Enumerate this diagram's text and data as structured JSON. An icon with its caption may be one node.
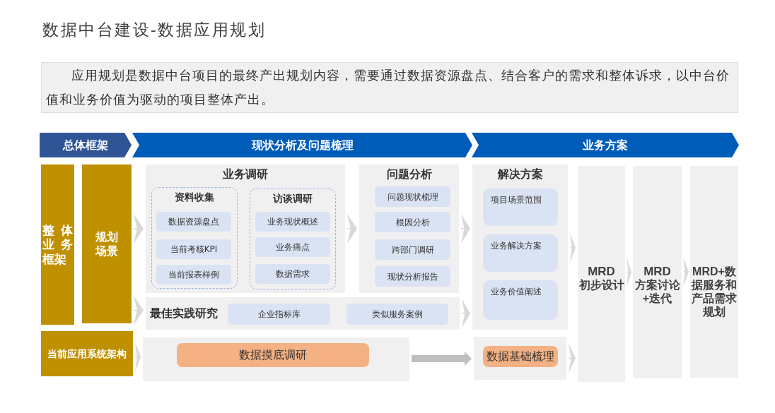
{
  "diagram": {
    "title": "数据中台建设-数据应用规划",
    "nodes": [
      {
        "text": [
          "应用规划是数据中台项目的最终产出规划内容，需要通过数据资源盘点、结合客户的需求和整体诉求，以中台价值和业务价值为驱动的项目整体产出。"
        ]
      },
      {
        "text": [
          "总体框架"
        ]
      },
      {
        "text": [
          "现状分析及问题梳理"
        ]
      },
      {
        "text": [
          "业务方案"
        ]
      },
      {
        "text": [
          "整体业务框架"
        ]
      },
      {
        "text": [
          "规划场景"
        ]
      },
      {
        "text": [
          "业务调研"
        ]
      },
      {
        "text": [
          "资料收集"
        ],
        "in": 6
      },
      {
        "text": [
          "数据资源盘点"
        ],
        "in": 7
      },
      {
        "text": [
          "当前考核KPI"
        ],
        "in": 7
      },
      {
        "text": [
          "当前报表样例"
        ],
        "in": 7
      },
      {
        "text": [
          "访谈调研"
        ],
        "in": 6
      },
      {
        "text": [
          "业务现状概述"
        ],
        "in": 11
      },
      {
        "text": [
          "业务痛点"
        ],
        "in": 11
      },
      {
        "text": [
          "数据需求"
        ],
        "in": 11
      },
      {
        "text": [
          "问题分析"
        ]
      },
      {
        "text": [
          "问题现状梳理"
        ],
        "in": 15
      },
      {
        "text": [
          "根因分析"
        ],
        "in": 15
      },
      {
        "text": [
          "跨部门调研"
        ],
        "in": 15
      },
      {
        "text": [
          "现状分析报告"
        ],
        "in": 15
      },
      {
        "text": [
          "解决方案"
        ]
      },
      {
        "text": [
          "项目场景范围"
        ],
        "in": 20
      },
      {
        "text": [
          "业务解决方案"
        ],
        "in": 20
      },
      {
        "text": [
          "业务价值阐述"
        ],
        "in": 20
      },
      {
        "text": [
          "MRD",
          "初步设计"
        ]
      },
      {
        "text": [
          "MRD",
          "方案讨论+迭代"
        ]
      },
      {
        "text": [
          "MRD+数据服务和产品需求规划"
        ]
      },
      {
        "text": [
          "最佳实践研究"
        ]
      },
      {
        "text": [
          "企业指标库"
        ],
        "in": 27
      },
      {
        "text": [
          "类似服务案例"
        ],
        "in": 27
      },
      {
        "text": [
          "当前应用系统架构"
        ]
      },
      {
        "text": [],
        "shape": "box"
      },
      {
        "text": [
          "数据摸底调研"
        ],
        "in": 31
      },
      {
        "text": [],
        "shape": "box"
      },
      {
        "text": [
          "数据基础梳理"
        ],
        "in": 33
      }
    ],
    "edges": [
      {
        "from": 5,
        "to": 6,
        "arrow": "to"
      },
      {
        "from": 5,
        "to": 27,
        "arrow": "to"
      },
      {
        "from": 30,
        "to": 31,
        "arrow": "to"
      },
      {
        "from": 6,
        "to": 15,
        "arrow": "to"
      },
      {
        "from": 15,
        "to": 20,
        "arrow": "to"
      },
      {
        "from": 27,
        "to": 20,
        "arrow": "to"
      },
      {
        "from": 20,
        "to": 24,
        "arrow": "to"
      },
      {
        "from": 33,
        "to": 24,
        "arrow": "to"
      },
      {
        "from": 24,
        "to": 25,
        "arrow": "to"
      },
      {
        "from": 25,
        "to": 26,
        "arrow": "to"
      },
      {
        "from": 31,
        "to": 33,
        "arrow": "to",
        "style": "thick",
        "color": "#bfbfbf"
      }
    ]
  }
}
